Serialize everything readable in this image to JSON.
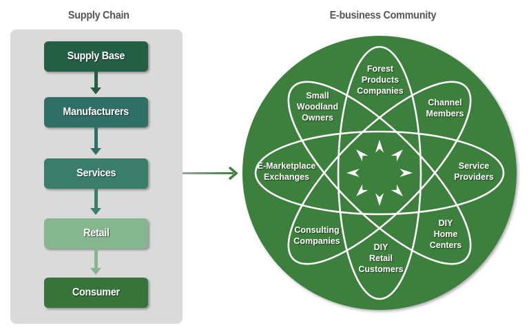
{
  "supply_chain": {
    "title": "Supply Chain",
    "steps": [
      {
        "label": "Supply Base",
        "color": "#245e45"
      },
      {
        "label": "Manufacturers",
        "color": "#2f6f66"
      },
      {
        "label": "Services",
        "color": "#3a7d6a"
      },
      {
        "label": "Retail",
        "color": "#86b68d"
      },
      {
        "label": "Consumer",
        "color": "#37743a"
      }
    ]
  },
  "ebusiness": {
    "title": "E-business Community",
    "circle_color": "#3d7f3e",
    "ellipse_stroke": "#ffffff",
    "nodes": [
      {
        "id": "forest",
        "lines": [
          "Forest",
          "Products",
          "Companies"
        ]
      },
      {
        "id": "small-woodland",
        "lines": [
          "Small",
          "Woodland",
          "Owners"
        ]
      },
      {
        "id": "channel",
        "lines": [
          "Channel",
          "Members"
        ]
      },
      {
        "id": "emarketplace",
        "lines": [
          "E-Marketplace",
          "Exchanges"
        ]
      },
      {
        "id": "service",
        "lines": [
          "Service",
          "Providers"
        ]
      },
      {
        "id": "consulting",
        "lines": [
          "Consulting",
          "Companies"
        ]
      },
      {
        "id": "diy-home",
        "lines": [
          "DIY",
          "Home",
          "Centers"
        ]
      },
      {
        "id": "diy-retail",
        "lines": [
          "DIY",
          "Retail",
          "Customers"
        ]
      }
    ]
  },
  "connector": {
    "from": "Supply Chain",
    "to": "E-business Community"
  }
}
